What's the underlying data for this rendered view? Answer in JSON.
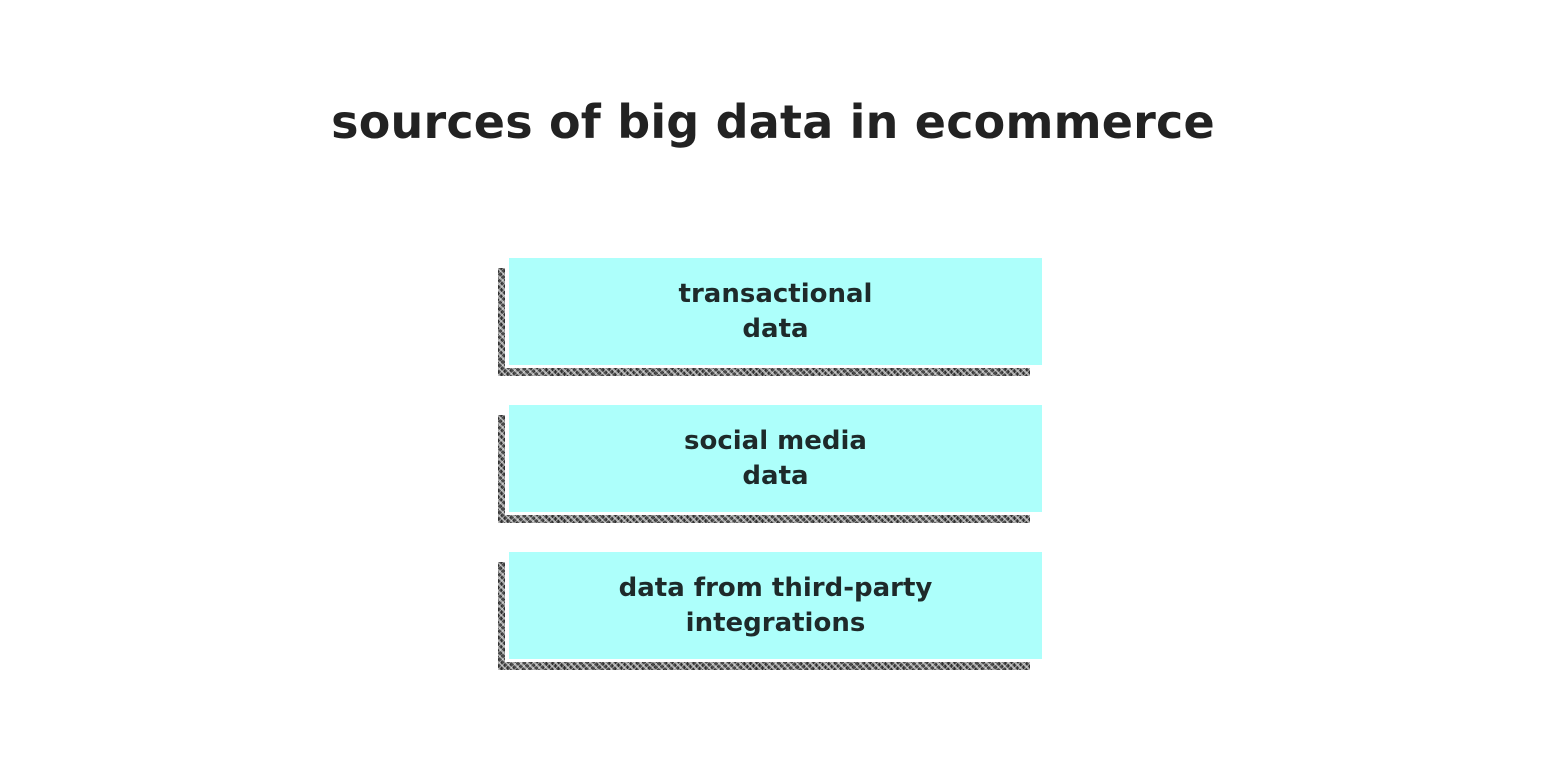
{
  "title": "sources of big data in ecommerce",
  "boxes": [
    {
      "label": "transactional\ndata"
    },
    {
      "label": "social media\ndata"
    },
    {
      "label": "data from third-party\nintegrations"
    }
  ],
  "colors": {
    "box_fill": "#adfffb",
    "text": "#222222",
    "shadow": "#4a4a4a",
    "background": "#ffffff"
  }
}
